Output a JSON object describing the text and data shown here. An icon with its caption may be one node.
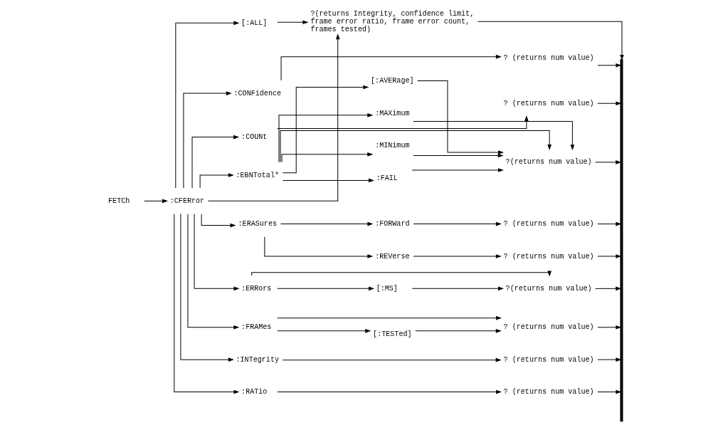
{
  "diagram": {
    "nodes": [
      {
        "text": [
          "FETCh"
        ]
      },
      {
        "text": [
          ":CFERror"
        ]
      },
      {
        "text": [
          "[:ALL]"
        ]
      },
      {
        "text": [
          "?(returns Integrity, confidence limit, frame error ratio, frame error count, frames tested)"
        ]
      },
      {
        "text": [
          ":CONFidence"
        ]
      },
      {
        "text": [
          "? (returns num value)"
        ]
      },
      {
        "text": [
          ":COUNt"
        ]
      },
      {
        "text": [
          "? (returns num value)"
        ]
      },
      {
        "text": [
          ":EBNTotal*"
        ]
      },
      {
        "text": [
          "[:AVERage]"
        ]
      },
      {
        "text": [
          ":MAXimum"
        ]
      },
      {
        "text": [
          ":MINimum"
        ]
      },
      {
        "text": [
          ":FAIL"
        ]
      },
      {
        "text": [
          "?(returns num value)"
        ]
      },
      {
        "text": [
          ":ERASures"
        ]
      },
      {
        "text": [
          ":FORWard"
        ]
      },
      {
        "text": [
          "? (returns num value)"
        ]
      },
      {
        "text": [
          ":REVerse"
        ]
      },
      {
        "text": [
          "? (returns num value)"
        ]
      },
      {
        "text": [
          ":ERRors"
        ]
      },
      {
        "text": [
          "[:MS]"
        ]
      },
      {
        "text": [
          "?(returns num value)"
        ]
      },
      {
        "text": [
          ":FRAMes"
        ]
      },
      {
        "text": [
          "[:TESTed]"
        ]
      },
      {
        "text": [
          "? (returns num value)"
        ]
      },
      {
        "text": [
          ":INTegrity"
        ]
      },
      {
        "text": [
          "? (returns num value)"
        ]
      },
      {
        "text": [
          ":RATio"
        ]
      },
      {
        "text": [
          "? (returns num value)"
        ]
      },
      {
        "text": [],
        "shape": "bar"
      }
    ],
    "edges": [
      {
        "from": 0,
        "to": 1,
        "arrow": "to"
      },
      {
        "from": 1,
        "to": 3,
        "arrow": "to"
      },
      {
        "from": 1,
        "to": 2,
        "arrow": "to"
      },
      {
        "from": 2,
        "to": 3,
        "arrow": "to"
      },
      {
        "from": 3,
        "to": 29,
        "arrow": "to"
      },
      {
        "from": 1,
        "to": 4,
        "arrow": "to"
      },
      {
        "from": 4,
        "to": 5,
        "arrow": "to"
      },
      {
        "from": 5,
        "to": 29,
        "arrow": "to"
      },
      {
        "from": 1,
        "to": 6,
        "arrow": "to"
      },
      {
        "from": 6,
        "to": 7,
        "arrow": "to"
      },
      {
        "from": 7,
        "to": 29,
        "arrow": "to"
      },
      {
        "from": 1,
        "to": 8,
        "arrow": "to"
      },
      {
        "from": 8,
        "to": 13,
        "arrow": "to"
      },
      {
        "from": 8,
        "to": 9,
        "arrow": "to"
      },
      {
        "from": 8,
        "to": 10,
        "arrow": "to"
      },
      {
        "from": 8,
        "to": 11,
        "arrow": "to"
      },
      {
        "from": 8,
        "to": 12,
        "arrow": "to"
      },
      {
        "from": 9,
        "to": 13,
        "arrow": "to"
      },
      {
        "from": 10,
        "to": 13,
        "arrow": "to"
      },
      {
        "from": 11,
        "to": 13,
        "arrow": "to"
      },
      {
        "from": 12,
        "to": 13,
        "arrow": "to"
      },
      {
        "from": 13,
        "to": 29,
        "arrow": "to"
      },
      {
        "from": 1,
        "to": 14,
        "arrow": "to"
      },
      {
        "from": 14,
        "to": 15,
        "arrow": "to"
      },
      {
        "from": 14,
        "to": 17,
        "arrow": "to"
      },
      {
        "from": 15,
        "to": 16,
        "arrow": "to"
      },
      {
        "from": 17,
        "to": 18,
        "arrow": "to"
      },
      {
        "from": 16,
        "to": 29,
        "arrow": "to"
      },
      {
        "from": 18,
        "to": 29,
        "arrow": "to"
      },
      {
        "from": 1,
        "to": 19,
        "arrow": "to"
      },
      {
        "from": 19,
        "to": 21,
        "arrow": "to"
      },
      {
        "from": 19,
        "to": 20,
        "arrow": "to"
      },
      {
        "from": 20,
        "to": 21,
        "arrow": "to"
      },
      {
        "from": 21,
        "to": 29,
        "arrow": "to"
      },
      {
        "from": 1,
        "to": 22,
        "arrow": "to"
      },
      {
        "from": 22,
        "to": 24,
        "arrow": "to"
      },
      {
        "from": 22,
        "to": 23,
        "arrow": "to"
      },
      {
        "from": 23,
        "to": 24,
        "arrow": "to"
      },
      {
        "from": 24,
        "to": 29,
        "arrow": "to"
      },
      {
        "from": 1,
        "to": 25,
        "arrow": "to"
      },
      {
        "from": 25,
        "to": 26,
        "arrow": "to"
      },
      {
        "from": 26,
        "to": 29,
        "arrow": "to"
      },
      {
        "from": 1,
        "to": 27,
        "arrow": "to"
      },
      {
        "from": 27,
        "to": 28,
        "arrow": "to"
      },
      {
        "from": 28,
        "to": 29,
        "arrow": "to"
      }
    ]
  }
}
